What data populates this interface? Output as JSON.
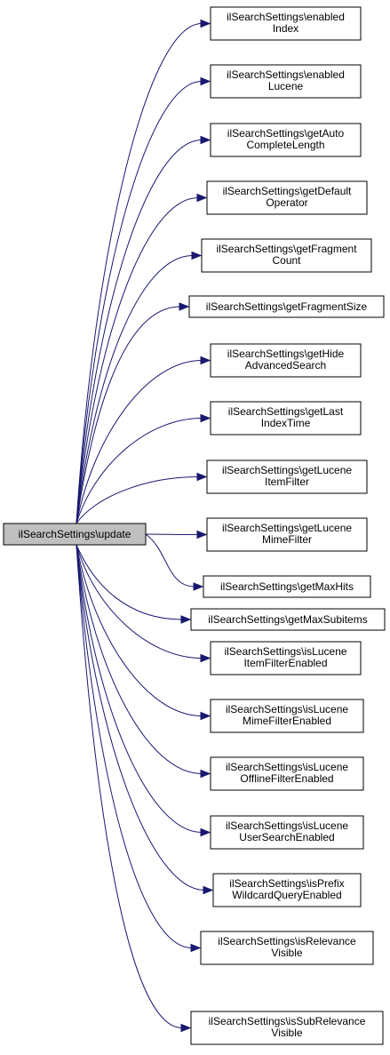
{
  "root": {
    "label": "ilSearchSettings\\update"
  },
  "callees": [
    {
      "lines": [
        "ilSearchSettings\\enabled",
        "Index"
      ]
    },
    {
      "lines": [
        "ilSearchSettings\\enabled",
        "Lucene"
      ]
    },
    {
      "lines": [
        "ilSearchSettings\\getAuto",
        "CompleteLength"
      ]
    },
    {
      "lines": [
        "ilSearchSettings\\getDefault",
        "Operator"
      ]
    },
    {
      "lines": [
        "ilSearchSettings\\getFragment",
        "Count"
      ]
    },
    {
      "lines": [
        "ilSearchSettings\\getFragmentSize"
      ]
    },
    {
      "lines": [
        "ilSearchSettings\\getHide",
        "AdvancedSearch"
      ]
    },
    {
      "lines": [
        "ilSearchSettings\\getLast",
        "IndexTime"
      ]
    },
    {
      "lines": [
        "ilSearchSettings\\getLucene",
        "ItemFilter"
      ]
    },
    {
      "lines": [
        "ilSearchSettings\\getLucene",
        "MimeFilter"
      ]
    },
    {
      "lines": [
        "ilSearchSettings\\getMaxHits"
      ]
    },
    {
      "lines": [
        "ilSearchSettings\\getMaxSubitems"
      ]
    },
    {
      "lines": [
        "ilSearchSettings\\isLucene",
        "ItemFilterEnabled"
      ]
    },
    {
      "lines": [
        "ilSearchSettings\\isLucene",
        "MimeFilterEnabled"
      ]
    },
    {
      "lines": [
        "ilSearchSettings\\isLucene",
        "OfflineFilterEnabled"
      ]
    },
    {
      "lines": [
        "ilSearchSettings\\isLucene",
        "UserSearchEnabled"
      ]
    },
    {
      "lines": [
        "ilSearchSettings\\isPrefix",
        "WildcardQueryEnabled"
      ]
    },
    {
      "lines": [
        "ilSearchSettings\\isRelevance",
        "Visible"
      ]
    },
    {
      "lines": [
        "ilSearchSettings\\isSubRelevance",
        "Visible"
      ]
    }
  ],
  "colors": {
    "edge": "#191970",
    "root_fill": "#bfbfbf",
    "node_fill": "#ffffff",
    "border": "#000000"
  }
}
